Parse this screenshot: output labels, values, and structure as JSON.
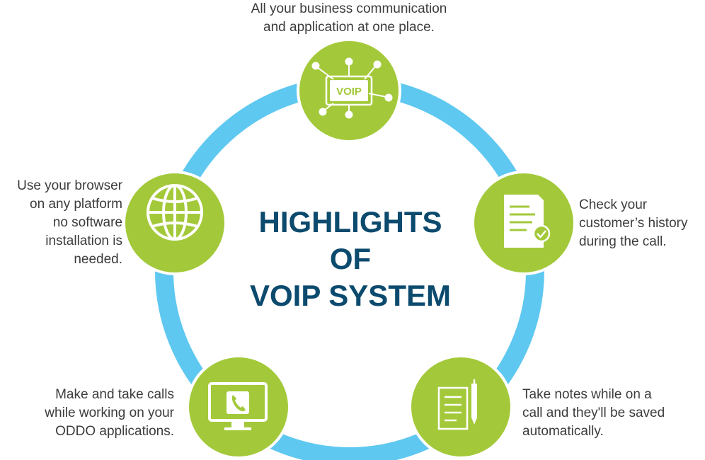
{
  "title": {
    "lines": [
      "HIGHLIGHTS",
      "OF",
      "VOIP SYSTEM"
    ]
  },
  "colors": {
    "ring": "#5ec8f0",
    "node": "#a3c93a",
    "node_ring": "#ffffff",
    "title": "#0c4a6e",
    "caption": "#3c3c3c"
  },
  "nodes": [
    {
      "id": "top",
      "icon": "voip-network-icon",
      "icon_text": "VOIP",
      "caption_lines": [
        "All your business communication",
        "and application at one place."
      ]
    },
    {
      "id": "right",
      "icon": "document-check-icon",
      "caption_lines": [
        "Check your",
        "customer’s history",
        "during the call."
      ]
    },
    {
      "id": "bottom-right",
      "icon": "notes-pen-icon",
      "caption_lines": [
        "Take notes while on a",
        "call and they'll be saved",
        "automatically."
      ]
    },
    {
      "id": "bottom-left",
      "icon": "monitor-phone-icon",
      "caption_lines": [
        "Make and take calls",
        "while working on your",
        "ODDO applications."
      ]
    },
    {
      "id": "left",
      "icon": "globe-icon",
      "caption_lines": [
        "Use your browser",
        "on any platform",
        "no software",
        "installation is",
        "needed."
      ]
    }
  ]
}
